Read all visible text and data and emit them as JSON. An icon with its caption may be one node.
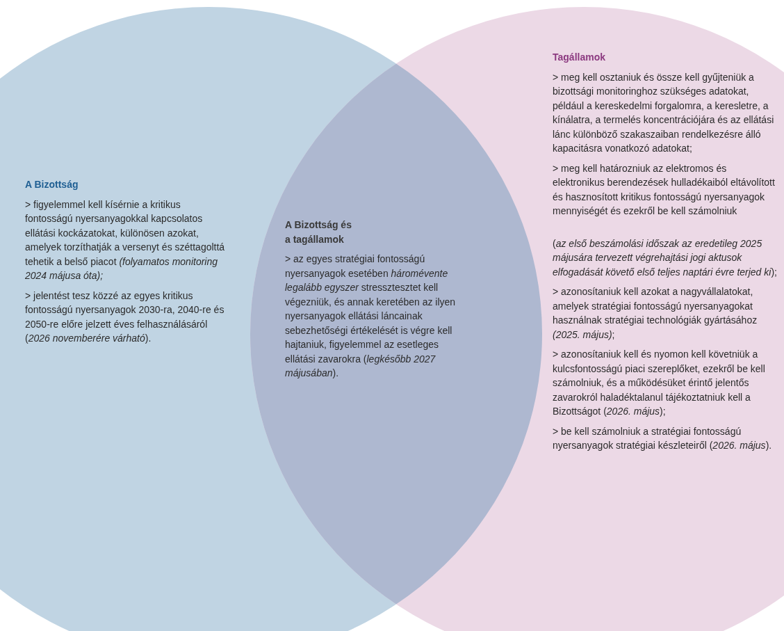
{
  "diagram": {
    "nodes": [
      {
        "text": [
          "A Bizottság",
          "> figyelemmel kell kísérnie a kritikus fontosságú nyersanyagokkal kapcsolatos ellátási kockázatokat, különösen azokat, amelyek torzíthatják a versenyt és széttagolttá tehetik a belső piacot *(folyamatos monitoring 2024 májusa óta);*",
          "> jelentést tesz közzé az egyes kritikus fontosságú nyersanyagok 2030-ra, 2040-re és 2050-re előre jelzett éves felhasználásáról (*2026 novemberére várható*)."
        ]
      },
      {
        "text": [
          "A Bizottság és a tagállamok",
          "> az egyes stratégiai fontosságú nyersanyagok esetében *háromévente legalább egyszer* stressztesztet kell végezniük, és annak keretében az ilyen nyersanyagok ellátási láncainak sebezhetőségi értékelését is végre kell hajtaniuk, figyelemmel az esetleges ellátási zavarokra (*legkésőbb 2027 májusában*)."
        ]
      },
      {
        "text": [
          "Tagállamok",
          "> meg kell osztaniuk és össze kell gyűjteniük a bizottsági monitoringhoz szükséges adatokat, például a kereskedelmi forgalomra, a keresletre, a kínálatra, a termelés koncentrációjára és az ellátási lánc különböző szakaszaiban rendelkezésre álló kapacitásra vonatkozó adatokat;",
          "> meg kell határozniuk az elektromos és elektronikus berendezések hulladékaiból eltávolított és hasznosított kritikus fontosságú nyersanyagok mennyiségét és ezekről be kell számolniuk",
          "(*az első beszámolási időszak az eredetileg 2025 májusára tervezett végrehajtási jogi aktusok elfogadását követő első teljes naptári évre terjed ki*);",
          "> azonosítaniuk kell azokat a nagyvállalatokat, amelyek stratégiai fontosságú nyersanyagokat használnak stratégiai technológiák gyártásához *(2025. május)*;",
          "> azonosítaniuk kell és nyomon kell követniük a kulcsfontosságú piaci szereplőket, ezekről be kell számolniuk, és a működésüket érintő jelentős zavarokról haladéktalanul tájékoztatniuk kell a Bizottságot (*2026. május*);",
          "> be kell számolniuk a stratégiai fontosságú nyersanyagok stratégiai készleteiről (*2026. május*)."
        ]
      }
    ]
  }
}
